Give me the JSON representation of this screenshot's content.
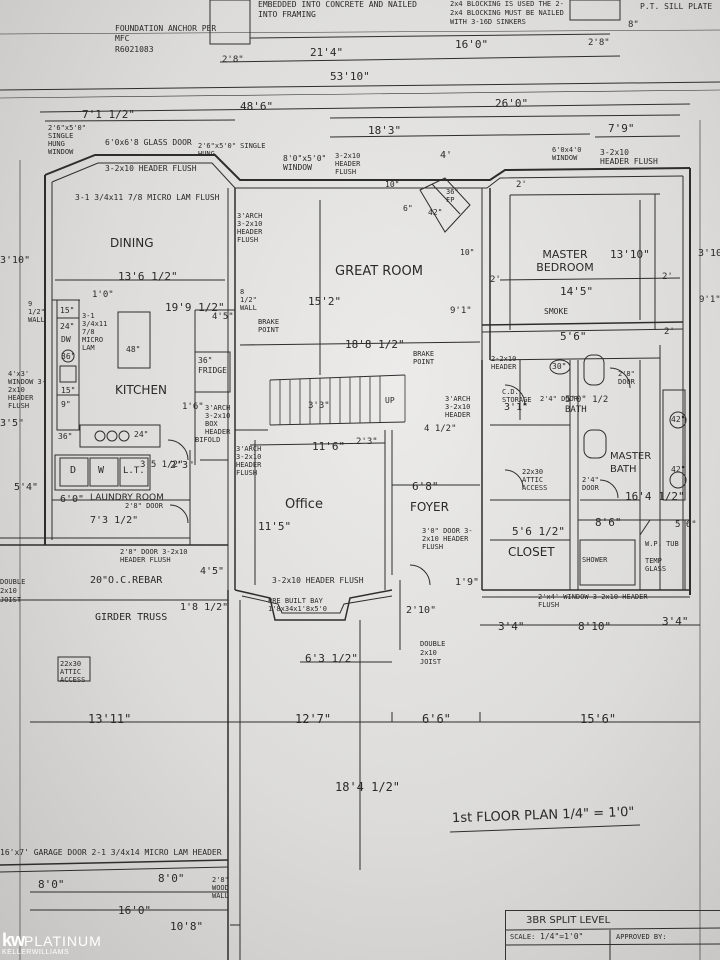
{
  "plan_title": "1st FLOOR PLAN  1/4\" = 1'0\"",
  "rooms": {
    "dining": "DINING",
    "great_room": "GREAT ROOM",
    "master_bedroom": "MASTER BEDROOM",
    "kitchen": "KITCHEN",
    "office": "Office",
    "foyer": "FOYER",
    "closet": "CLOSET",
    "master_bath": "MASTER BATH",
    "laundry": "LAUNDRY ROOM",
    "fridge": "36\" FRIDGE",
    "bath": "5'0\" 1/2 BATH"
  },
  "notes": {
    "foundation": "FOUNDATION ANCHOR PER MFC",
    "foundation_code": "R6021083",
    "top_left": "EMBEDDED INTO CONCRETE AND NAILED INTO FRAMING",
    "top_right": "2x4 BLOCKING IS USED THE 2-2x4 BLOCKING MUST BE NAILED WITH 3-16D SINKERS",
    "pt_sill": "P.T. SILL PLATE",
    "single_hung_left": "2'6\"x5'0\" SINGLE HUNG WINDOW",
    "glass_door": "6'0x6'8 GLASS DOOR",
    "single_hung_mid": "2'6\"x5'0\" SINGLE HUNG",
    "header_flush_top": "3-2x10 HEADER FLUSH",
    "window_8x5": "8'0\"x5'0\" WINDOW",
    "header_flush_mid": "3-2x10 HEADER FLUSH",
    "window_6x4": "6'0x4'0 WINDOW",
    "header_flush_right": "3-2x10 HEADER FLUSH",
    "micro_lam": "3-1 3/4x11 7/8 MICRO LAM FLUSH",
    "arch_header": "3'ARCH 3-2x10 HEADER FLUSH",
    "brake_point": "BRAKE POINT",
    "brake_point2": "BRAKE POINT",
    "smoke": "SMOKE",
    "cd_storage": "C.D. STORAGE",
    "door_3": "3'0\" DOOR 3-2x10 HEADER FLUSH",
    "attic_access": "22x30 ATTIC ACCESS",
    "attic_access_garage": "22x30 ATTIC ACCESS",
    "rebar": "20\"O.C.REBAR",
    "girder": "GIRDER TRUSS",
    "prebuilt_bay": "PRE BUILT BAY 1'8x34x1'8x5'0",
    "header_office": "3-2x10 HEADER FLUSH",
    "double_joist": "DOUBLE 2x10 JOIST",
    "double_joist_left": "DOUBLE 2x10 JOIST",
    "garage_door": "16'x7' GARAGE DOOR 2-1 3/4x14 MICRO LAM HEADER",
    "window_bath": "2'x4' WINDOW 3-2x10 HEADER FLUSH",
    "wood_wall": "2'8\" WOOD WALL",
    "shower": "SHOWER",
    "wp_tub": "W.P. TUB",
    "temp_glass": "TEMP GLASS",
    "arch_left": "3'ARCH 3-2x10 HEADER FLUSH",
    "bifold": "BIFOLD",
    "box_header": "3'ARCH 3-2x10 BOX HEADER",
    "door_2_8": "2'8\" DOOR",
    "door_2_4": "2'4\" DOOR",
    "door_2_4b": "2'4\" DOOR",
    "door_2_8b": "2'8\" DOOR",
    "header_laundry": "2'8\" DOOR 3-2x10 HEADER FLUSH",
    "wall_9_1_2": "9 1/2\" WALL",
    "wall_8_1_2": "8 1/2\" WALL",
    "window_4x3": "4'x3' WINDOW 3-2x10 HEADER FLUSH",
    "fp": "36\" FP",
    "arch_3": "3'ARCH 3-2x10 HEADER",
    "header_2x10": "2-2x10 HEADER",
    "micro_lam_kitchen": "3-1 3/4x11 7/8 MICRO LAM"
  },
  "dims": {
    "d_53_10": "53'10\"",
    "d_48_6": "48'6\"",
    "d_26_0": "26'0\"",
    "d_21_4": "21'4\"",
    "d_16_0": "16'0\"",
    "d_2_8a": "2'8\"",
    "d_2_8b": "2'8\"",
    "d_8in": "8\"",
    "d_7_1_5": "7'1 1/2\"",
    "d_18_3": "18'3\"",
    "d_7_9": "7'9\"",
    "d_4": "4'",
    "d_13_6": "13'6 1/2\"",
    "d_19_9": "19'9 1/2\"",
    "d_15_2": "15'2\"",
    "d_18_8": "18'8 1/2\"",
    "d_13_10": "13'10\"",
    "d_14_5": "14'5\"",
    "d_5_6": "5'6\"",
    "d_11_6": "11'6\"",
    "d_11_5": "11'5\"",
    "d_6_8": "6'8\"",
    "d_5_6_5": "5'6 1/2\"",
    "d_8_6": "8'6\"",
    "d_16_4": "16'4 1/2\"",
    "d_3_1": "3'1\"",
    "d_3_3": "3'3\"",
    "d_2_3": "2'3\"",
    "d_4_5": "4'5\"",
    "d_1_8": "1'8 1/2\"",
    "d_6_3": "6'3 1/2\"",
    "d_2_10": "2'10\"",
    "d_1_9": "1'9\"",
    "d_3_4a": "3'4\"",
    "d_8_10": "8'10\"",
    "d_3_4b": "3'4\"",
    "d_13_11": "13'11\"",
    "d_12_7": "12'7\"",
    "d_6_6": "6'6\"",
    "d_15_6": "15'6\"",
    "d_18_4": "18'4 1/2\"",
    "d_8_0a": "8'0\"",
    "d_8_0b": "8'0\"",
    "d_16_0b": "16'0\"",
    "d_10_8": "10'8\"",
    "d_6_0": "6'0\"",
    "d_7_3": "7'3 1/2\"",
    "d_5_4": "5'4\"",
    "d_3_5": "3'5\"",
    "d_3_10": "3'10\"",
    "d_3_10b": "3'10\"",
    "d_2_3b": "2'3\"",
    "d_1_6": "1'6\"",
    "d_1_0": "1'0\"",
    "d_4_5b": "4'5\"",
    "d_3_5b": "3'5 1/2\"",
    "d_2a": "2'",
    "d_2b": "2'",
    "d_2c": "2'",
    "d_2d": "2'",
    "d_10a": "10\"",
    "d_10b": "10\"",
    "d_42": "42\"",
    "d_6a": "6\"",
    "d_9_1": "9'1\"",
    "d_9_1b": "9'1\"",
    "d_5_6b": "5'6\"",
    "d_4_3": "4 1/2\""
  },
  "kitchen_labels": {
    "k15": "15\"",
    "k24": "24\"",
    "dw": "DW",
    "k36": "36\"",
    "k15b": "15\"",
    "k9": "9\"",
    "k36b": "36\"",
    "k24b": "24\"",
    "k48": "48\"",
    "k30": "30\"",
    "k42": "42\"",
    "k42b": "42\"",
    "d": "D",
    "w": "W",
    "lt": "L.T.",
    "up": "UP"
  },
  "title_block": {
    "name": "3BR SPLIT LEVEL",
    "scale_label": "SCALE:",
    "scale_value": "1/4\"=1'0\"",
    "approved": "APPROVED BY:"
  },
  "watermark": {
    "kw": "kw",
    "platinum": "PLATINUM",
    "keller": "KELLERWILLIAMS"
  }
}
